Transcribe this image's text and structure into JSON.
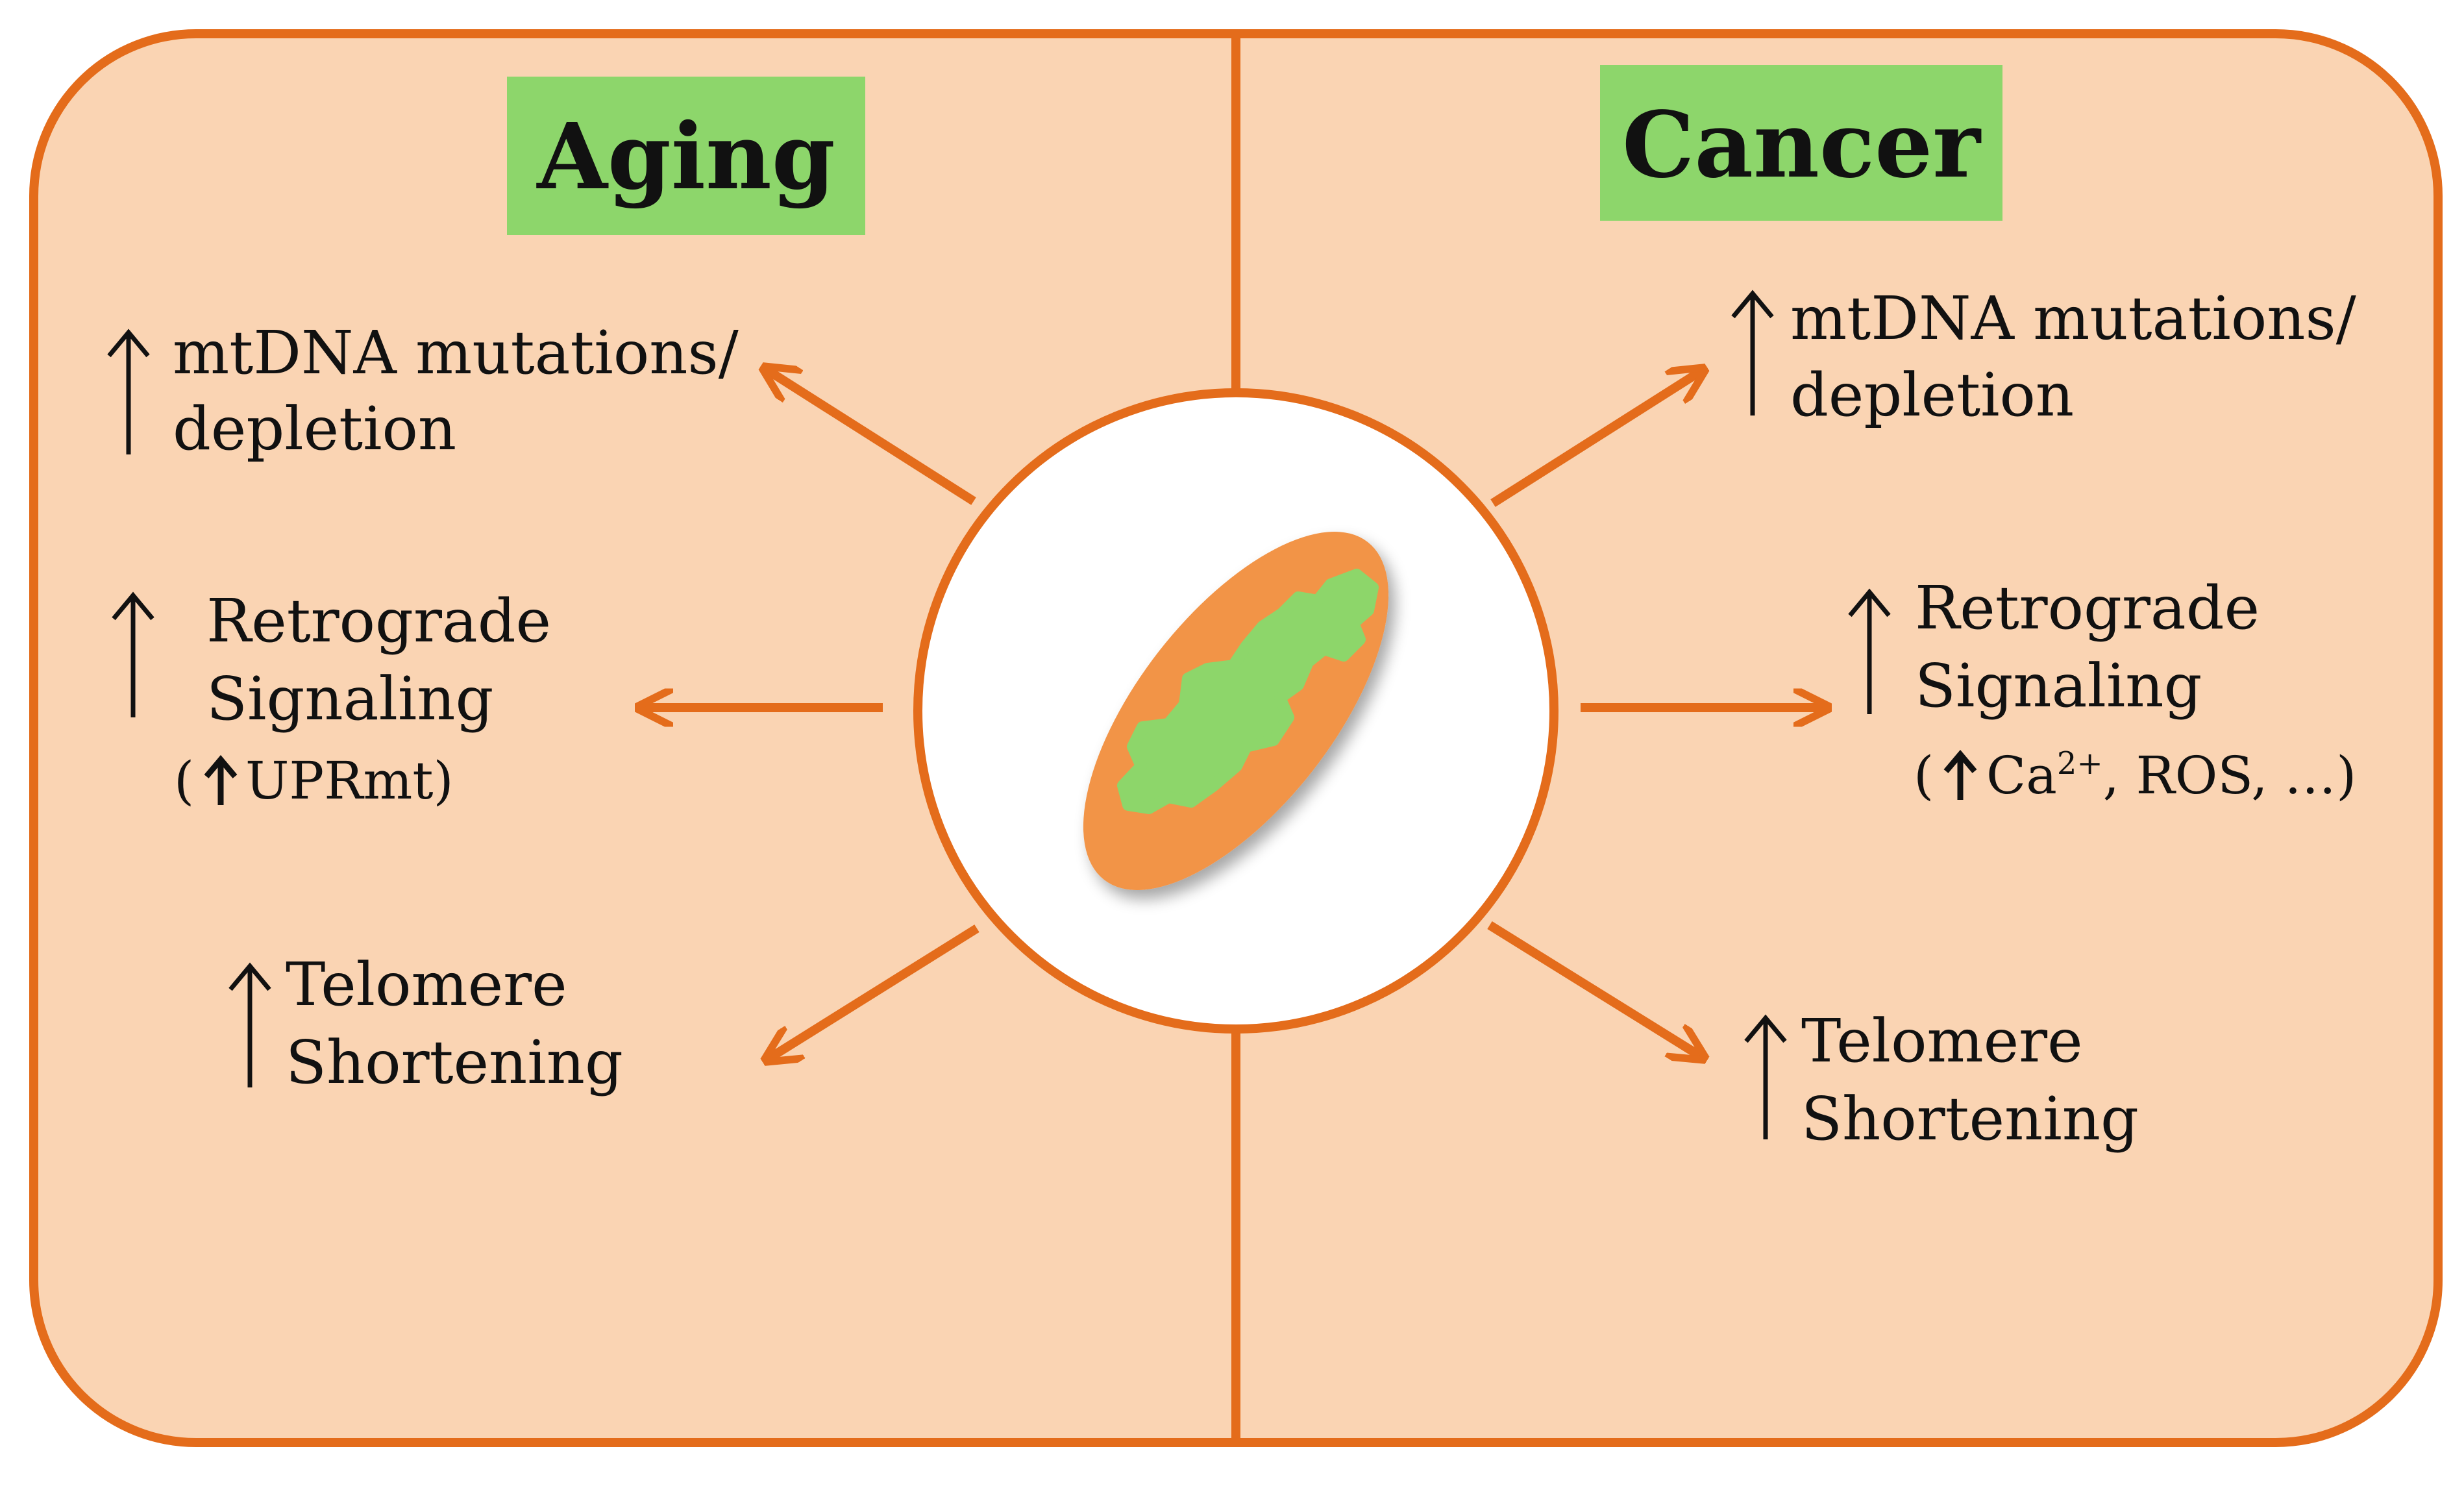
{
  "colors": {
    "panel_fill": "#fad4b3",
    "outline": "#e46c1b",
    "title_box": "#8dd66b",
    "center_fill": "#ffffff",
    "mito_outer": "#f29447",
    "mito_inner": "#8dd66b",
    "text": "#111111"
  },
  "aging": {
    "title": "Aging",
    "mtdna_line1": "mtDNA mutations/",
    "mtdna_line2": "depletion",
    "retro_line1": "Retrograde",
    "retro_line2": "Signaling",
    "retro_paren_open": "(",
    "retro_paren_text": "UPRmt)",
    "telo_line1": "Telomere",
    "telo_line2": "Shortening"
  },
  "cancer": {
    "title": "Cancer",
    "mtdna_line1": "mtDNA mutations/",
    "mtdna_line2": "depletion",
    "retro_line1": "Retrograde",
    "retro_line2": "Signaling",
    "retro_paren_open": "(",
    "retro_paren_ca": "Ca",
    "retro_paren_sup": "2+",
    "retro_paren_rest": ", ROS, …)",
    "telo_line1": "Telomere",
    "telo_line2": "Shortening"
  },
  "icons": {
    "increase": "up-arrow-icon",
    "center": "mitochondrion-icon"
  }
}
